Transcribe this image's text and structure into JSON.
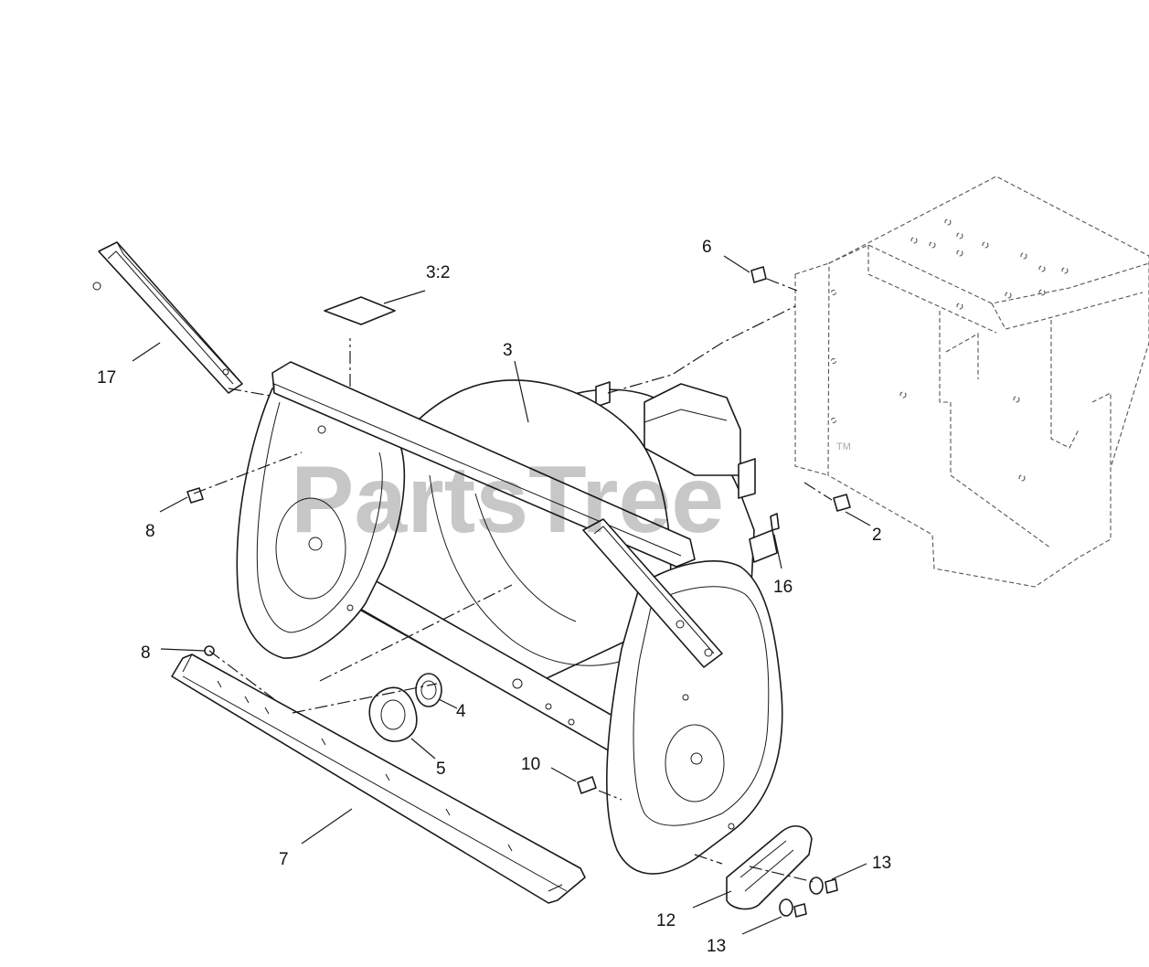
{
  "watermark": {
    "text": "PartsTree",
    "trademark": "TM"
  },
  "callouts": {
    "c3_2": "3:2",
    "c3": "3",
    "c6": "6",
    "c17": "17",
    "c8_upper": "8",
    "c8_lower": "8",
    "c2": "2",
    "c16": "16",
    "c4": "4",
    "c5": "5",
    "c10": "10",
    "c7": "7",
    "c13_upper": "13",
    "c12": "12",
    "c13_lower": "13"
  }
}
